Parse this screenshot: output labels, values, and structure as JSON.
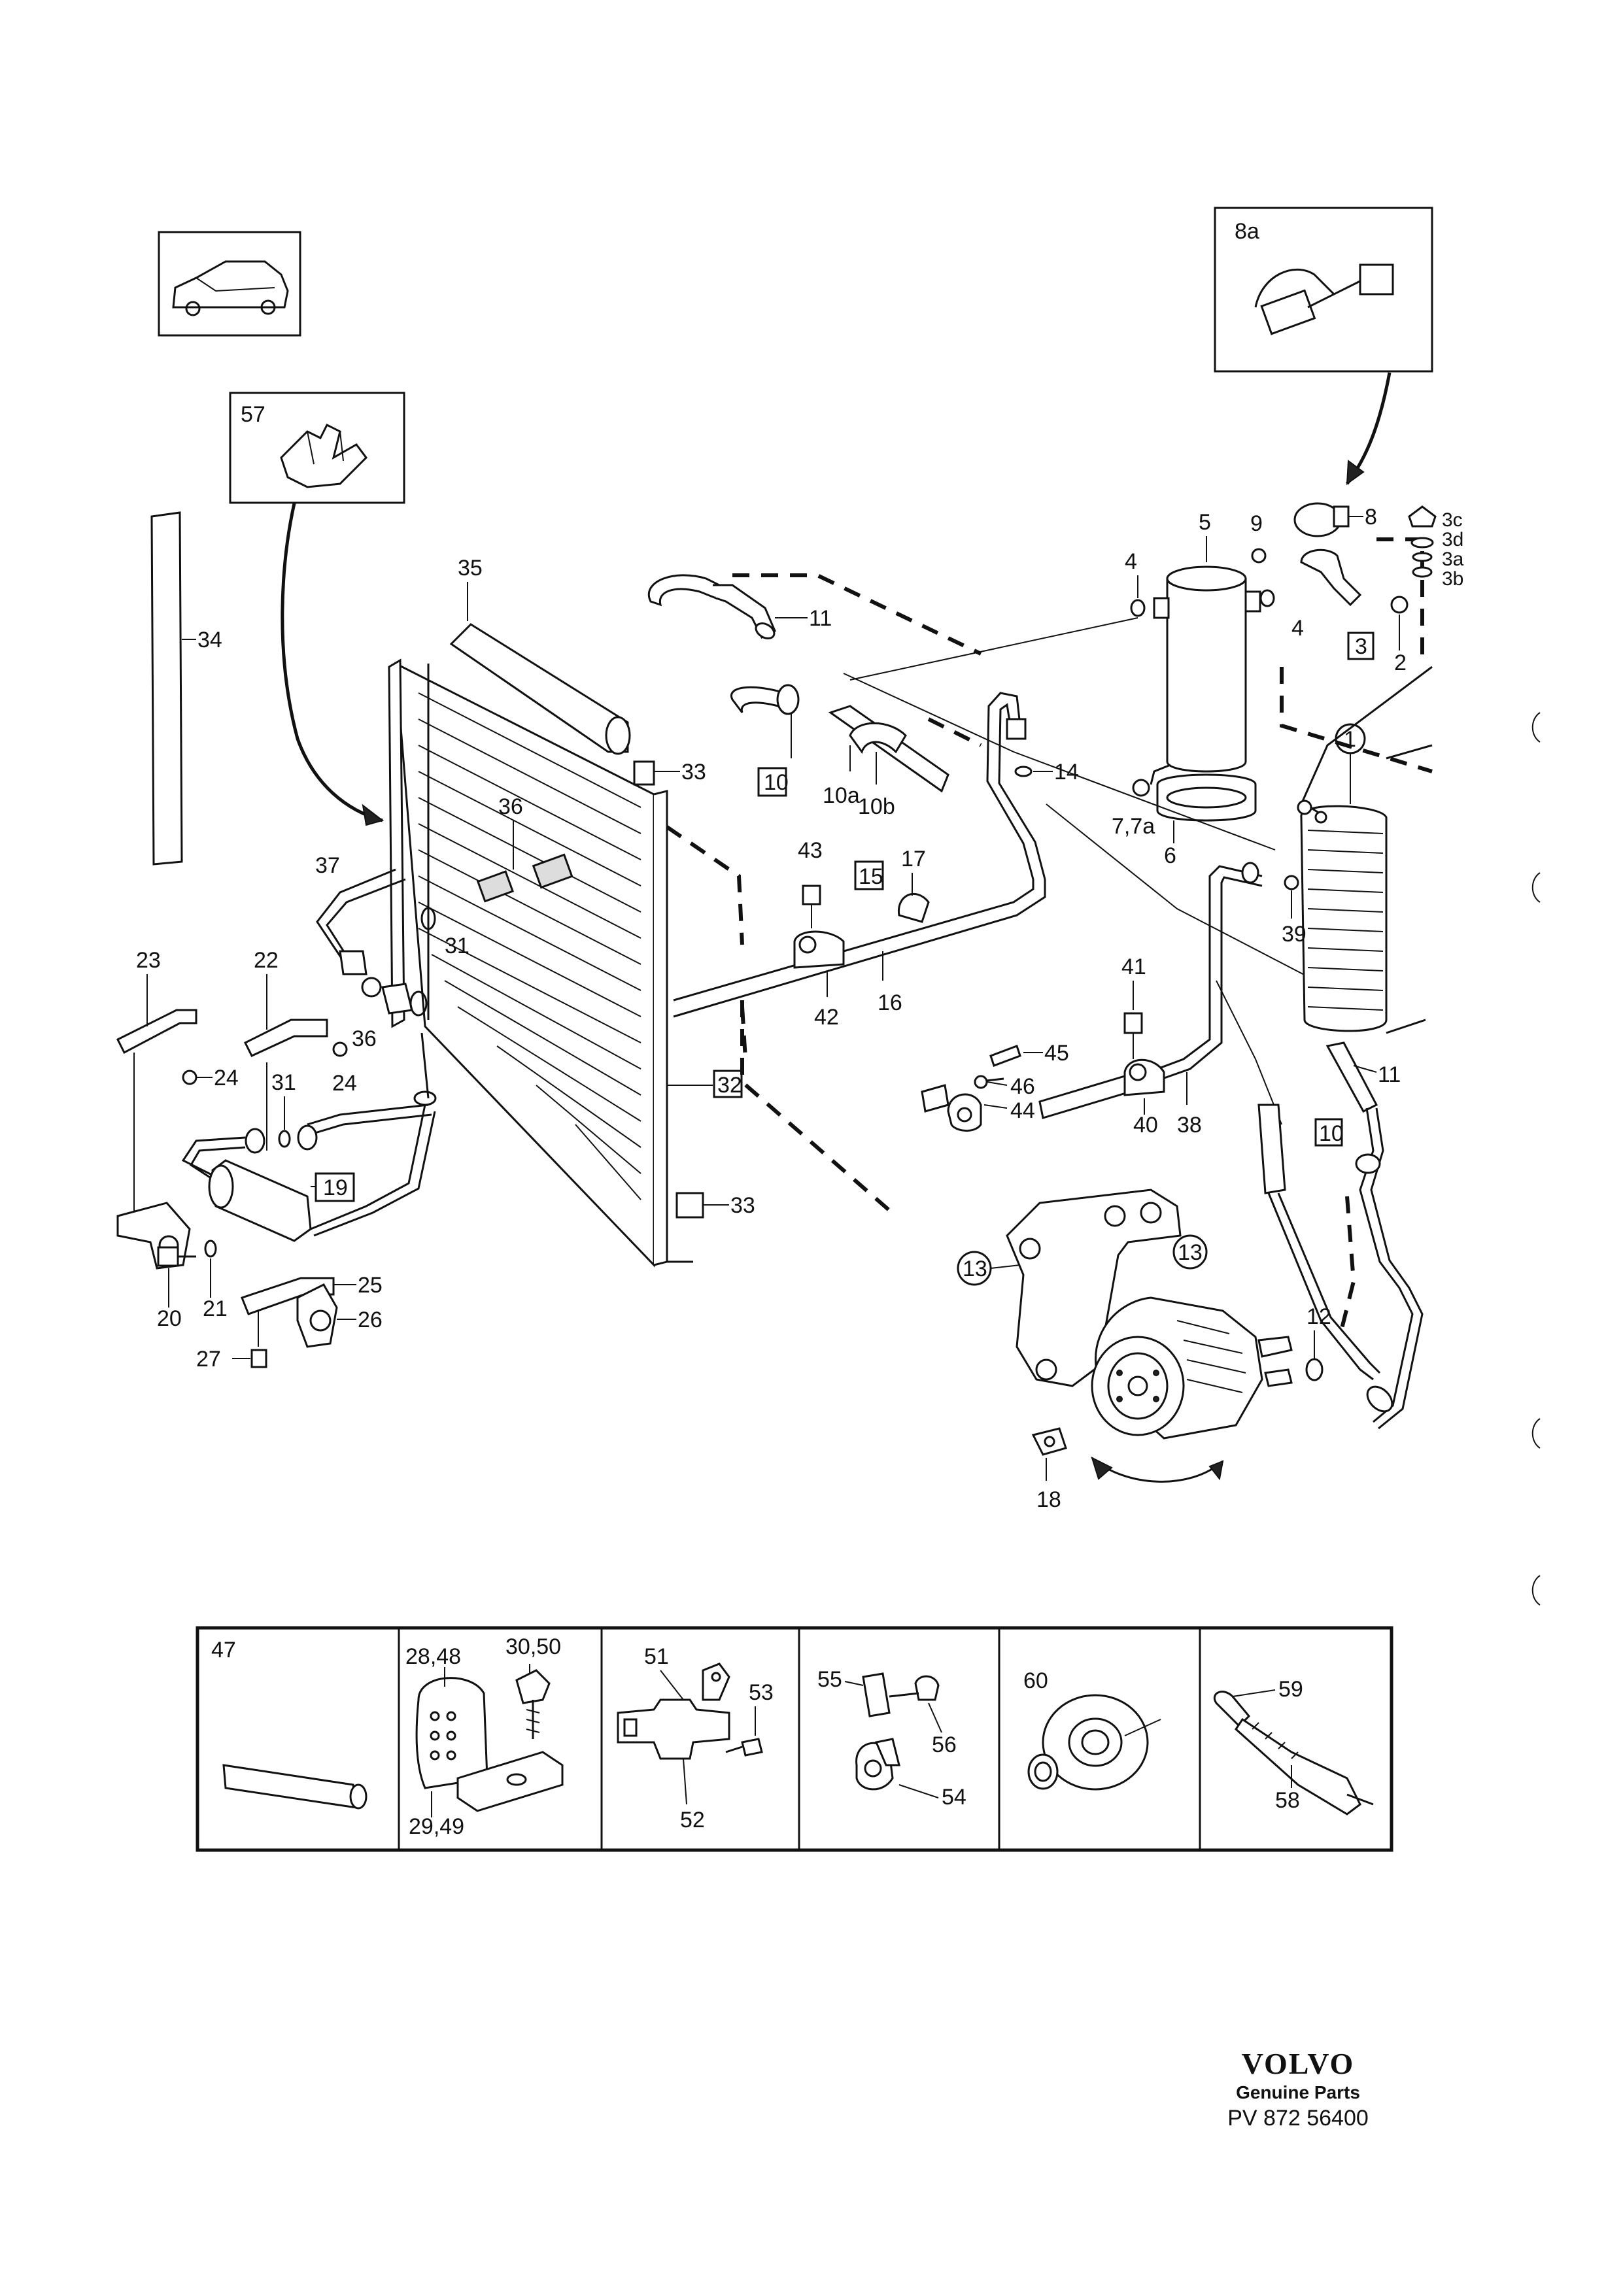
{
  "callouts": {
    "c2": "2",
    "c3": "3",
    "c3a": "3a",
    "c3b": "3b",
    "c3c": "3c",
    "c3d": "3d",
    "c4a": "4",
    "c4b": "4",
    "c5": "5",
    "c6": "6",
    "c7": "7,7a",
    "c8": "8",
    "c8a": "8a",
    "c9": "9",
    "c10a": "10",
    "c10b": "10",
    "c10_1": "10a",
    "c10_2": "10b",
    "c11a": "11",
    "c11b": "11",
    "c12": "12",
    "c13a": "13",
    "c13b": "13",
    "c14": "14",
    "c15": "15",
    "c16": "16",
    "c17": "17",
    "c18": "18",
    "c19": "19",
    "c20": "20",
    "c21": "21",
    "c22": "22",
    "c23": "23",
    "c24a": "24",
    "c24b": "24",
    "c25": "25",
    "c26": "26",
    "c27": "27",
    "c31a": "31",
    "c31b": "31",
    "c32": "32",
    "c33a": "33",
    "c33b": "33",
    "c34": "34",
    "c35": "35",
    "c36a": "36",
    "c36b": "36",
    "c37": "37",
    "c38": "38",
    "c39": "39",
    "c40": "40",
    "c41": "41",
    "c42": "42",
    "c43": "43",
    "c44": "44",
    "c45": "45",
    "c46": "46",
    "c57": "57",
    "c1": "1"
  },
  "panels": {
    "p47": "47",
    "p28": "28,48",
    "p30": "30,50",
    "p29": "29,49",
    "p51": "51",
    "p52": "52",
    "p53": "53",
    "p54": "54",
    "p55": "55",
    "p56": "56",
    "p60": "60",
    "p58": "58",
    "p59": "59"
  },
  "brand": {
    "logo": "VOLVO",
    "subtitle": "Genuine Parts",
    "code": "PV 872 56400"
  }
}
